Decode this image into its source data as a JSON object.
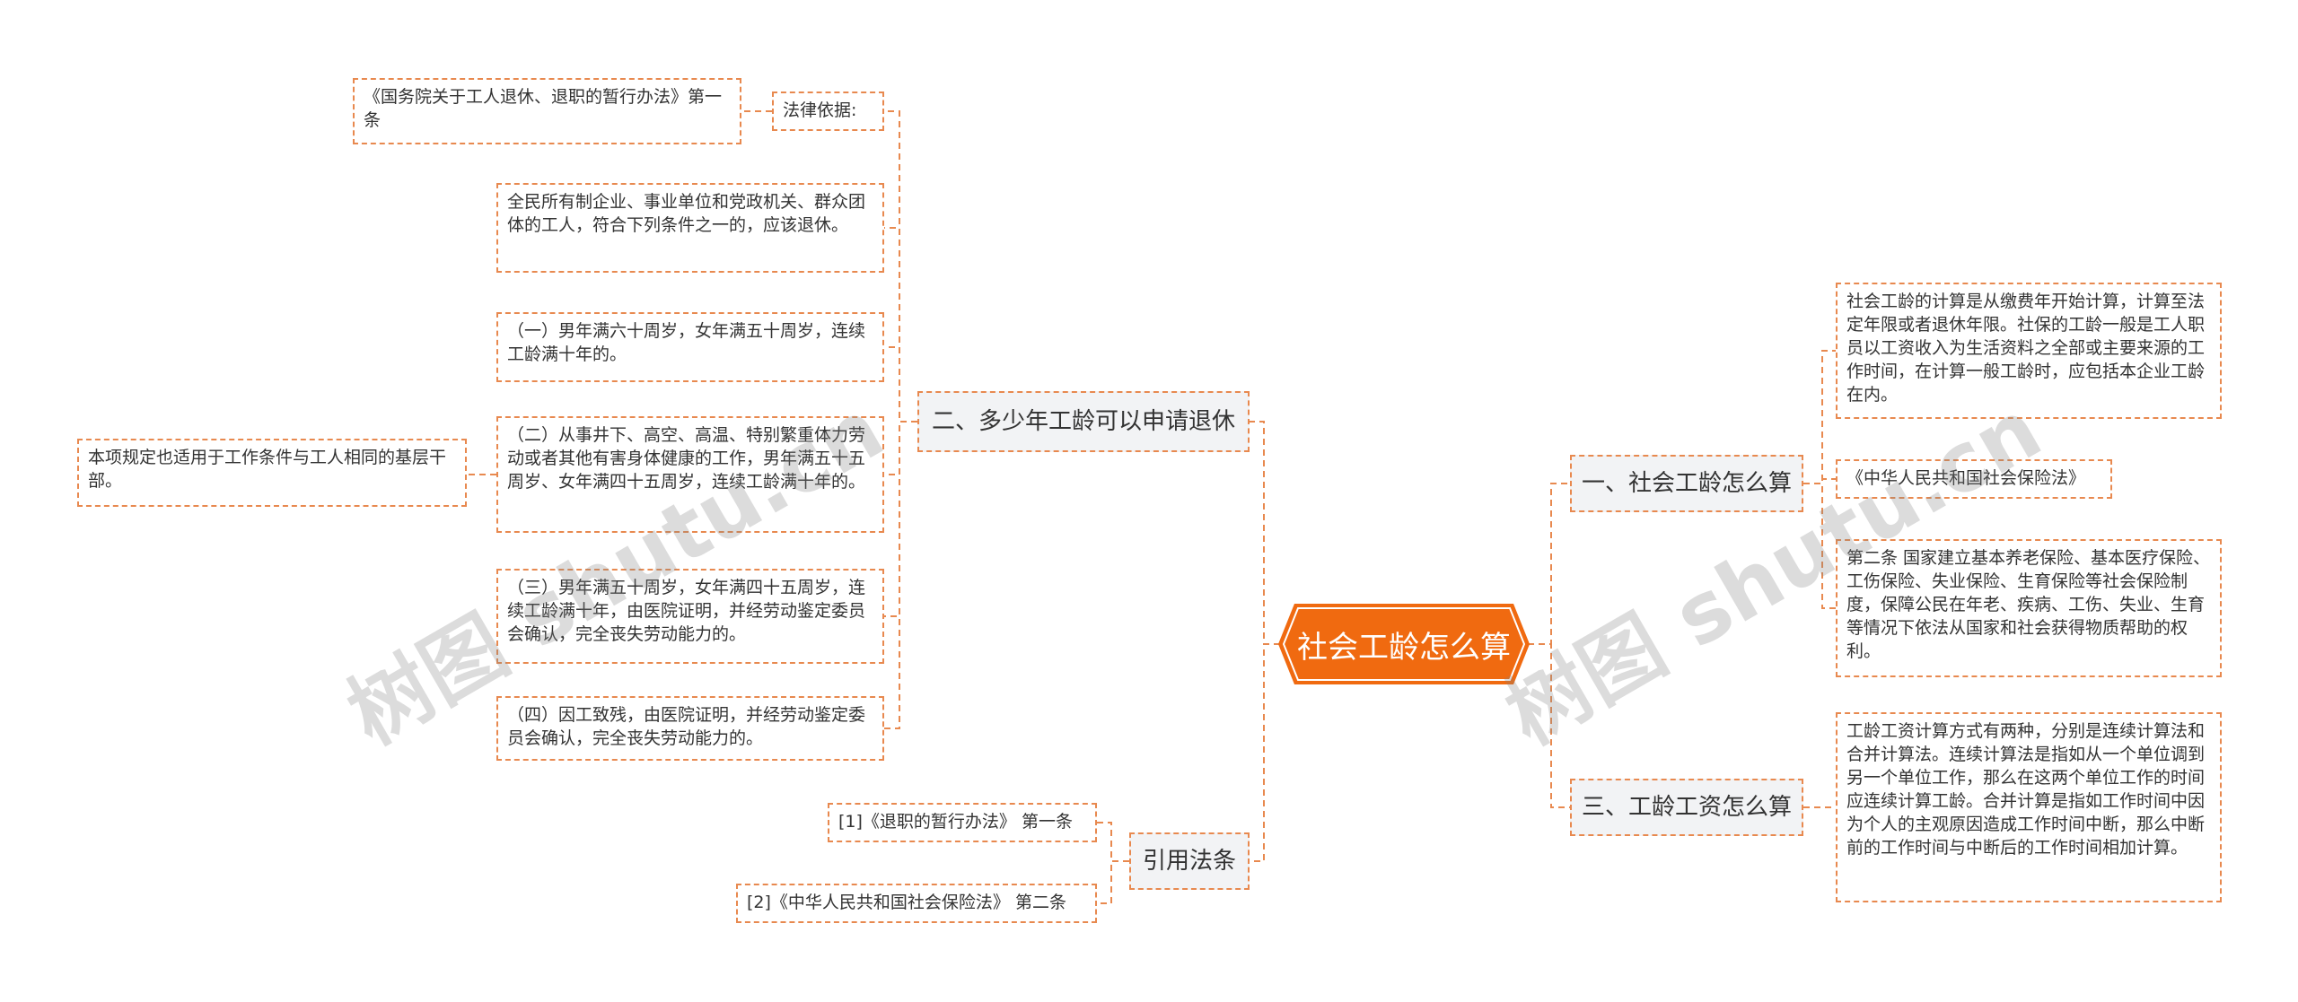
{
  "colors": {
    "accent": "#f06a10",
    "connector": "#e8894f",
    "branch_bg": "#f2f3f5"
  },
  "root": {
    "label": "社会工龄怎么算"
  },
  "branches": {
    "b1": {
      "label": "一、社会工龄怎么算"
    },
    "b2": {
      "label": "二、多少年工龄可以申请退休"
    },
    "b3": {
      "label": "三、工龄工资怎么算"
    },
    "b4": {
      "label": "引用法条"
    }
  },
  "leaves": {
    "b1_l1": "社会工龄的计算是从缴费年开始计算，计算至法定年限或者退休年限。社保的工龄一般是工人职员以工资收入为生活资料之全部或主要来源的工作时间，在计算一般工龄时，应包括本企业工龄在内。",
    "b1_l2": "《中华人民共和国社会保险法》",
    "b1_l3": "第二条 国家建立基本养老保险、基本医疗保险、工伤保险、失业保险、生育保险等社会保险制度，保障公民在年老、疾病、工伤、失业、生育等情况下依法从国家和社会获得物质帮助的权利。",
    "b2_legal": "法律依据:",
    "b2_legal_src": "《国务院关于工人退休、退职的暂行办法》第一条",
    "b2_l1": "全民所有制企业、事业单位和党政机关、群众团体的工人，符合下列条件之一的，应该退休。",
    "b2_l2": "（一）男年满六十周岁，女年满五十周岁，连续工龄满十年的。",
    "b2_l3": "（二）从事井下、高空、高温、特别繁重体力劳动或者其他有害身体健康的工作，男年满五十五周岁、女年满四十五周岁，连续工龄满十年的。",
    "b2_l3_note": "本项规定也适用于工作条件与工人相同的基层干部。",
    "b2_l4": "（三）男年满五十周岁，女年满四十五周岁，连续工龄满十年，由医院证明，并经劳动鉴定委员会确认，完全丧失劳动能力的。",
    "b2_l5": "（四）因工致残，由医院证明，并经劳动鉴定委员会确认，完全丧失劳动能力的。",
    "b3_l1": "工龄工资计算方式有两种，分别是连续计算法和合并计算法。连续计算法是指如从一个单位调到另一个单位工作，那么在这两个单位工作的时间应连续计算工龄。合并计算是指如工作时间中因为个人的主观原因造成工作时间中断，那么中断前的工作时间与中断后的工作时间相加计算。",
    "b4_l1": "[1]《退职的暂行办法》 第一条",
    "b4_l2": "[2]《中华人民共和国社会保险法》 第二条"
  },
  "watermarks": [
    "树图 shutu.cn",
    "树图 shutu.cn"
  ]
}
